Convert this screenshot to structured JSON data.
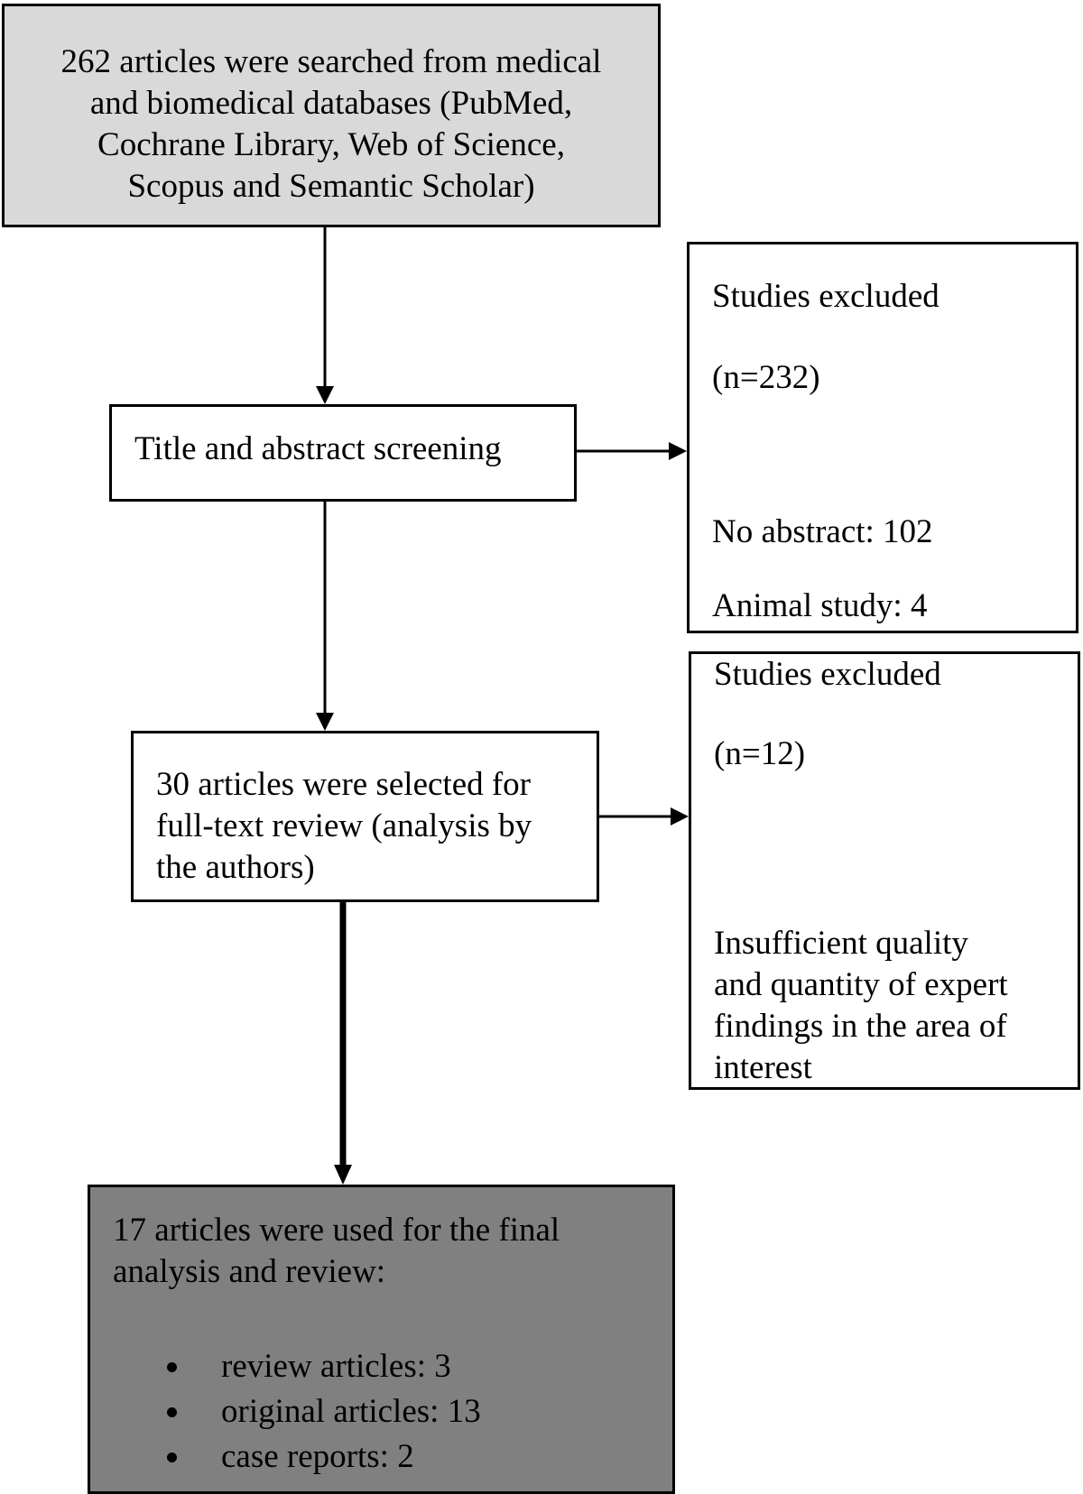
{
  "search_box": {
    "lines": [
      "262 articles were searched from medical",
      "and biomedical databases (PubMed,",
      "Cochrane Library, Web of Science,",
      "Scopus and Semantic Scholar)"
    ]
  },
  "screening_box": {
    "label": "Title and abstract screening"
  },
  "excluded_1": {
    "title": "Studies excluded",
    "count": "(n=232)",
    "reasons": [
      "No abstract: 102",
      "Animal study: 4"
    ]
  },
  "fulltext_box": {
    "lines": [
      "30 articles were selected for",
      "full-text review (analysis by",
      "the authors)"
    ]
  },
  "excluded_2": {
    "title": "Studies excluded",
    "count": "(n=12)",
    "reason_lines": [
      "Insufficient quality",
      "and quantity of expert",
      "findings in the area of",
      "interest"
    ]
  },
  "final_box": {
    "lines": [
      "17 articles were used for the final",
      "analysis and review:"
    ],
    "items": [
      "review articles: 3",
      "original articles: 13",
      "case reports: 2"
    ]
  },
  "colors": {
    "search_fill": "#d9d9d9",
    "final_fill": "#808080",
    "stroke": "#000000"
  }
}
